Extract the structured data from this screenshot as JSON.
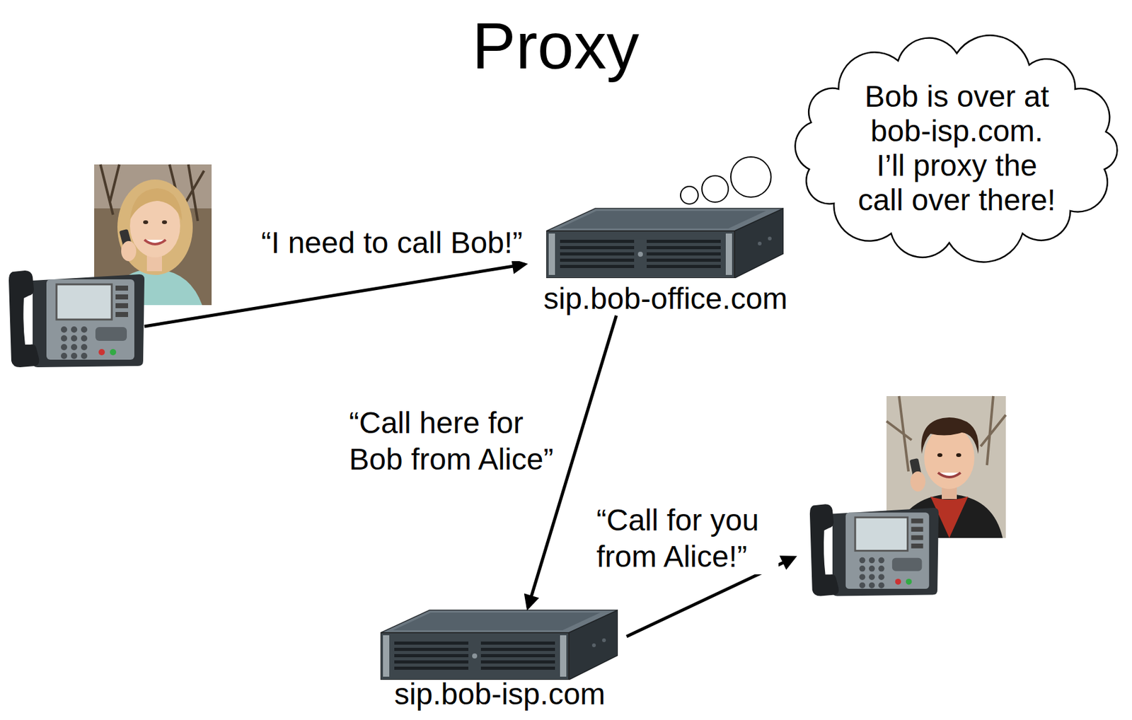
{
  "diagram": {
    "title": "Proxy",
    "nodes": [
      {
        "text": [
          "Bob is over at bob-isp.com. I’ll proxy the call over there!"
        ]
      },
      {
        "text": [
          "sip.bob-office.com"
        ]
      },
      {
        "text": [
          "sip.bob-isp.com"
        ]
      }
    ],
    "edges": [
      {
        "from": 1,
        "to": 2,
        "arrow": "to",
        "label": "“Call here for Bob from Alice”"
      }
    ],
    "labels": [
      "“I need to call Bob!”",
      "“Call for you from Alice!”"
    ]
  }
}
